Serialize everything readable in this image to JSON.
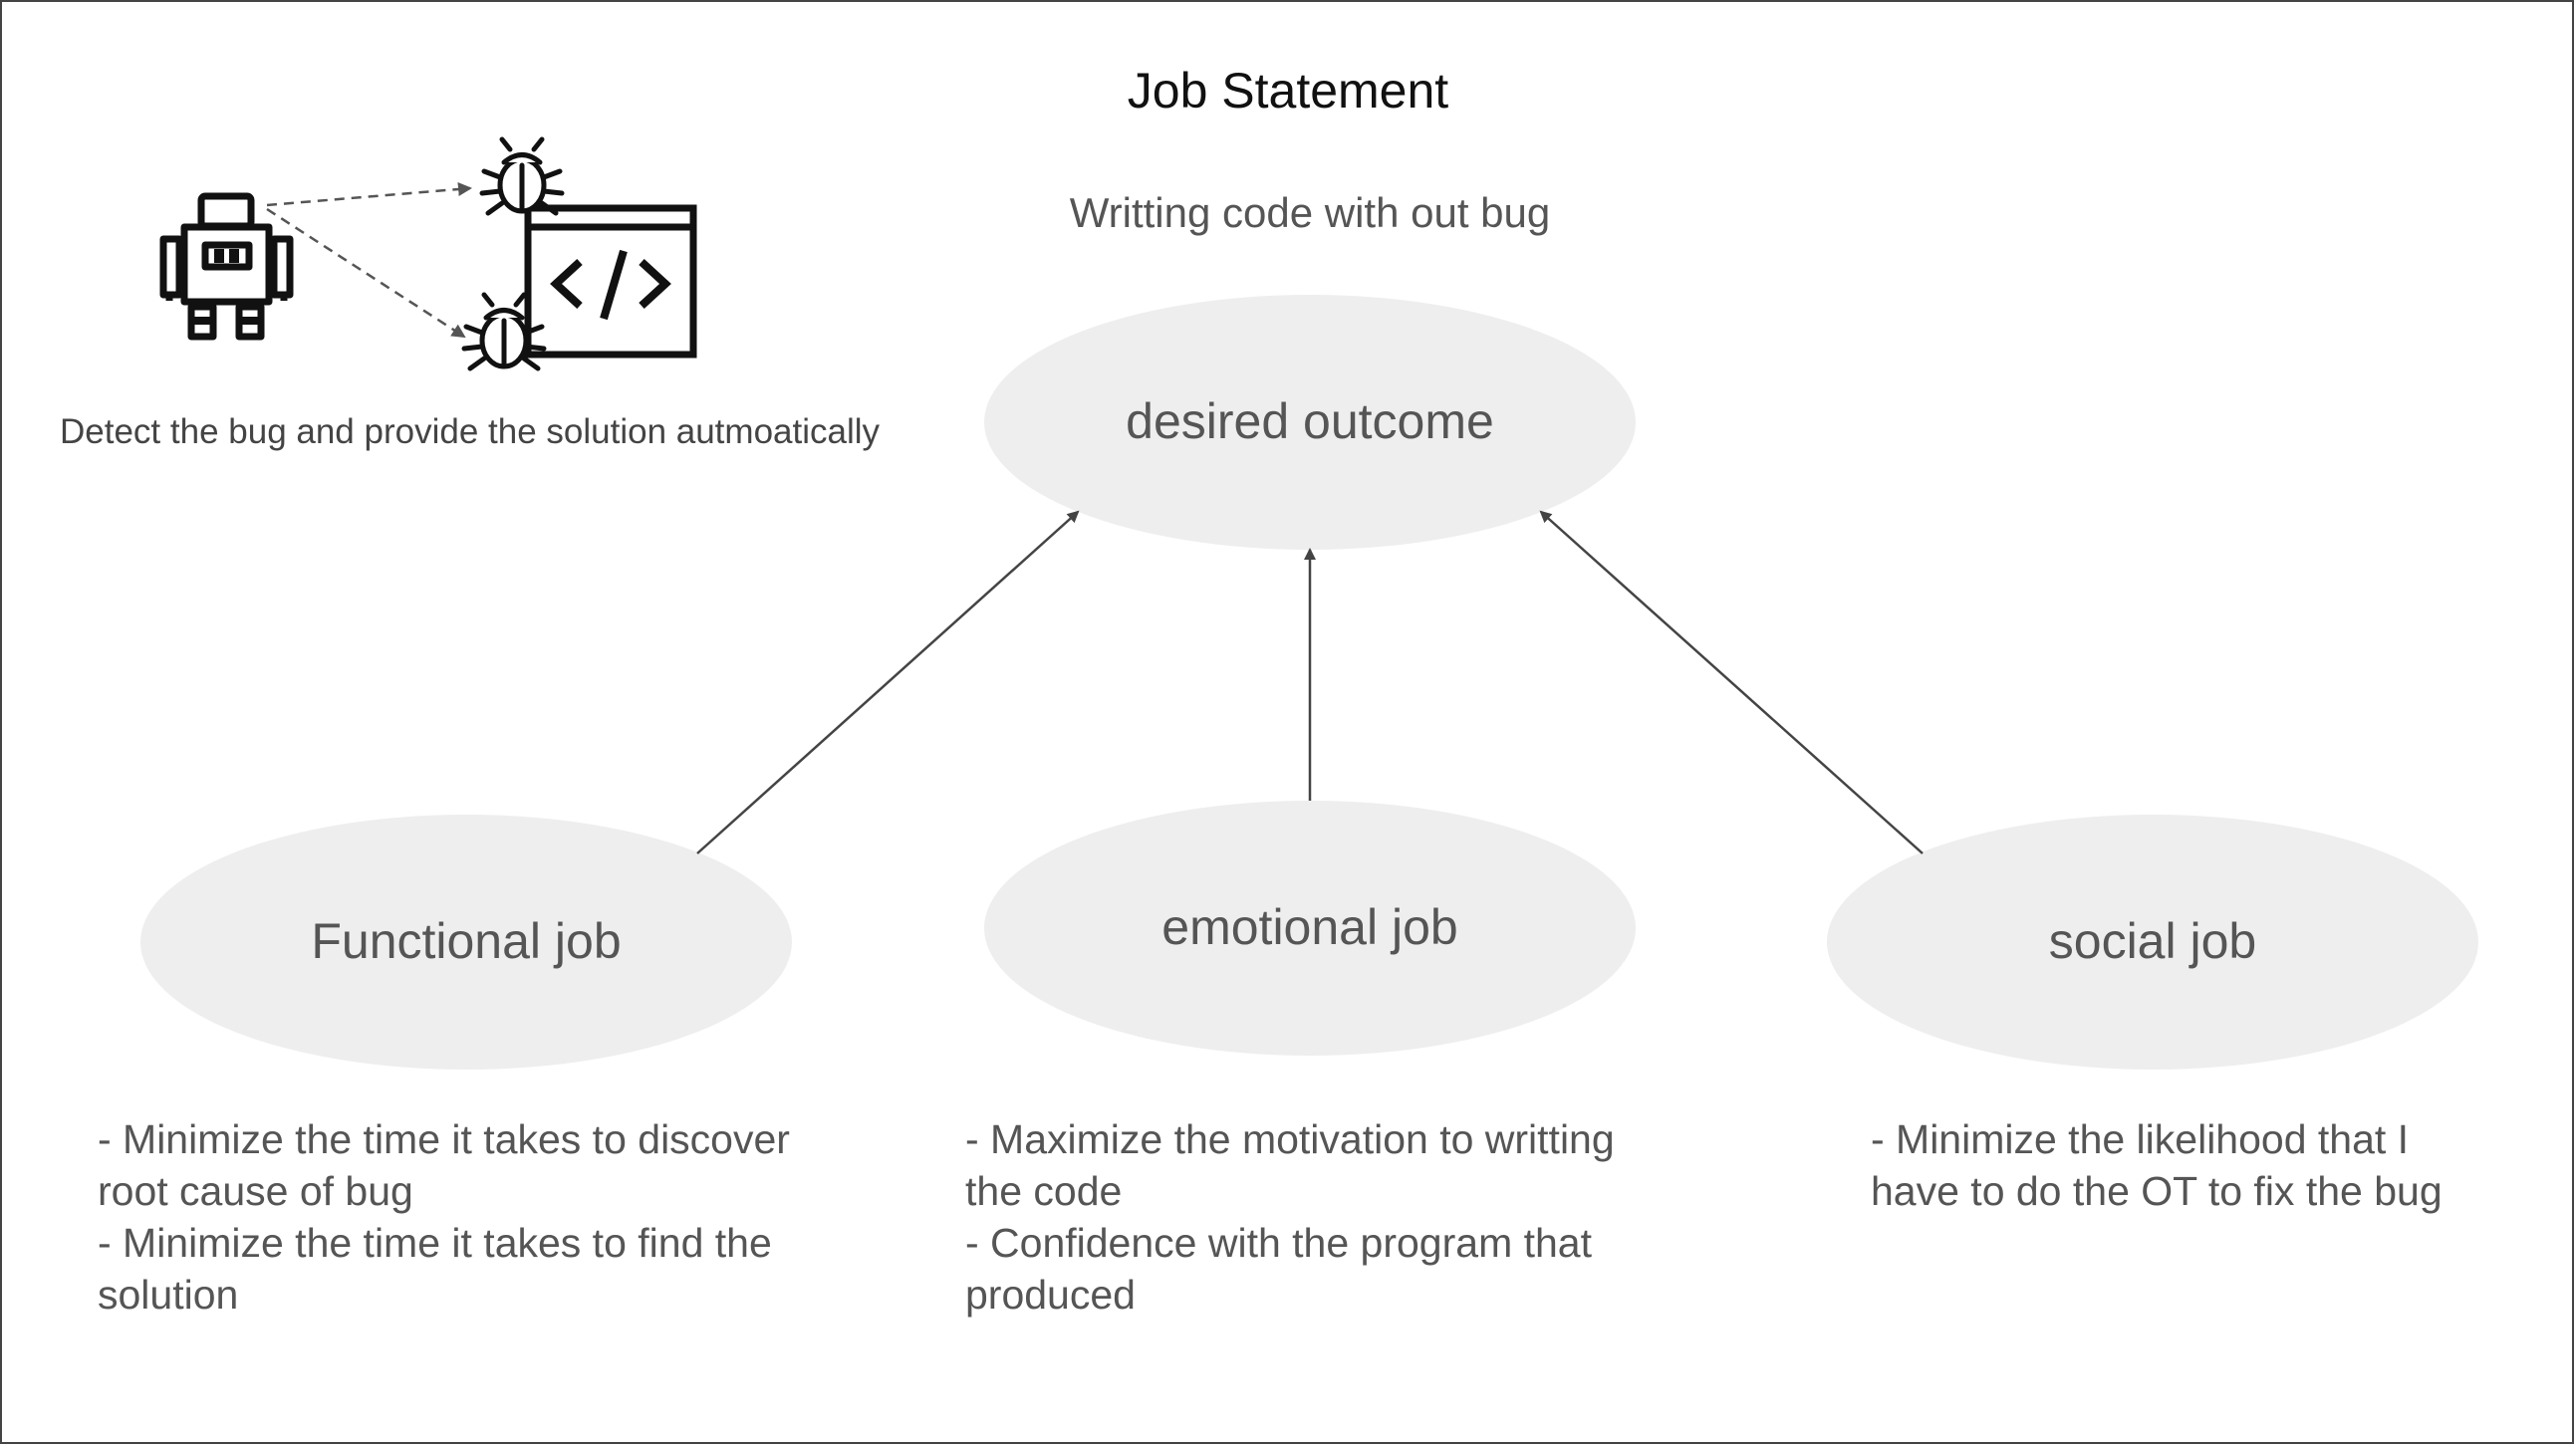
{
  "title": "Job Statement",
  "job_statement": "Writting code with out bug",
  "illustration": {
    "caption": "Detect the bug and provide the solution autmoatically",
    "icons": [
      "robot-icon",
      "bug-icon",
      "bug-icon",
      "code-window-icon"
    ],
    "code_symbol": "</>"
  },
  "nodes": {
    "desired_outcome": "desired outcome",
    "functional_job": "Functional job",
    "emotional_job": "emotional job",
    "social_job": "social job"
  },
  "descriptions": {
    "functional": [
      "- Minimize the time it takes to discover",
      "root cause of bug",
      "- Minimize the time it takes to find the",
      "solution"
    ],
    "emotional": [
      "- Maximize the motivation to writting",
      "the code",
      "- Confidence with the program that",
      "produced"
    ],
    "social": [
      "- Minimize the likelihood that I",
      "have to do the OT to fix the bug"
    ]
  },
  "colors": {
    "oval_fill": "#eeeeee",
    "text": "#555555",
    "arrow": "#444444"
  }
}
